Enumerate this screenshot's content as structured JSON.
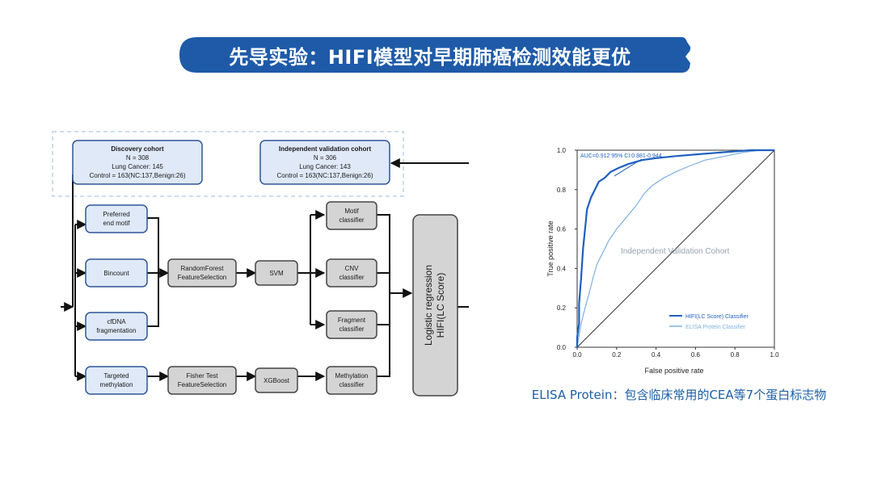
{
  "title": "先导实验：HIFI模型对早期肺癌检测效能更优",
  "flowchart": {
    "discovery": {
      "title": "Discovery cohort",
      "lines": [
        "N = 308",
        "Lung Cancer: 145",
        "Control = 163(NC:137,Benign:26)"
      ]
    },
    "validation": {
      "title": "Independent validation cohort",
      "lines": [
        "N = 306",
        "Lung Cancer: 143",
        "Control = 163(NC:137,Benign:26)"
      ]
    },
    "features": [
      {
        "lines": [
          "Preferred",
          "end motif"
        ]
      },
      {
        "lines": [
          "Bincount"
        ]
      },
      {
        "lines": [
          "cfDNA",
          "fragmentation"
        ]
      },
      {
        "lines": [
          "Targeted",
          "methylation"
        ]
      }
    ],
    "random_forest": [
      "RandomForest",
      "FeatureSelection"
    ],
    "svm": "SVM",
    "fisher": [
      "Fisher Test",
      "FeatureSelection"
    ],
    "xgboost": "XGBoost",
    "classifiers": [
      {
        "lines": [
          "Motif",
          "classifier"
        ]
      },
      {
        "lines": [
          "CNV",
          "classifier"
        ]
      },
      {
        "lines": [
          "Fragment",
          "classifier"
        ]
      },
      {
        "lines": [
          "Methylation",
          "classifier"
        ]
      }
    ],
    "logistic": [
      "Logistic regression",
      "HIFI(LC Score)"
    ]
  },
  "chart_data": {
    "type": "line",
    "title": "",
    "xlabel": "False positive rate",
    "ylabel": "True positive rate",
    "xlim": [
      0,
      1
    ],
    "ylim": [
      0,
      1
    ],
    "x_ticks": [
      "0.0",
      "0.2",
      "0.4",
      "0.6",
      "0.8",
      "1.0"
    ],
    "y_ticks": [
      "0.0",
      "0.2",
      "0.4",
      "0.6",
      "0.8",
      "1.0"
    ],
    "annotations": [
      "AUC=0.912 95% CI:0.881-0.944",
      "Independent Validation Cohort"
    ],
    "legend_position": "bottom-right",
    "grid": false,
    "series": [
      {
        "name": "HIFI(LC Score) Classifier",
        "color": "#1f5fbf",
        "x": [
          0,
          0,
          0.01,
          0.01,
          0.02,
          0.03,
          0.04,
          0.05,
          0.07,
          0.09,
          0.11,
          0.14,
          0.17,
          0.21,
          0.26,
          0.33,
          0.4,
          0.5,
          0.62,
          0.75,
          0.88,
          1.0
        ],
        "y": [
          0,
          0.05,
          0.12,
          0.22,
          0.35,
          0.5,
          0.6,
          0.7,
          0.76,
          0.8,
          0.84,
          0.86,
          0.89,
          0.91,
          0.93,
          0.95,
          0.96,
          0.97,
          0.98,
          0.99,
          1.0,
          1.0
        ]
      },
      {
        "name": "ELISA Protein Classifier",
        "color": "#7fb0e0",
        "x": [
          0,
          0.01,
          0.02,
          0.04,
          0.06,
          0.08,
          0.1,
          0.13,
          0.16,
          0.2,
          0.25,
          0.3,
          0.34,
          0.38,
          0.44,
          0.5,
          0.57,
          0.65,
          0.75,
          0.85,
          0.93,
          1.0
        ],
        "y": [
          0,
          0.06,
          0.12,
          0.2,
          0.27,
          0.35,
          0.42,
          0.48,
          0.54,
          0.6,
          0.66,
          0.72,
          0.78,
          0.82,
          0.86,
          0.89,
          0.92,
          0.95,
          0.97,
          0.99,
          1.0,
          1.0
        ]
      }
    ]
  },
  "caption": "ELISA Protein：包含临床常用的CEA等7个蛋白标志物",
  "colors": {
    "banner": "#1e5aa8",
    "box_blue_fill": "#dfe9f8",
    "box_blue_stroke": "#2e5597",
    "box_gray_fill": "#d4d4d4",
    "dashed_border": "#bcd3ea"
  }
}
